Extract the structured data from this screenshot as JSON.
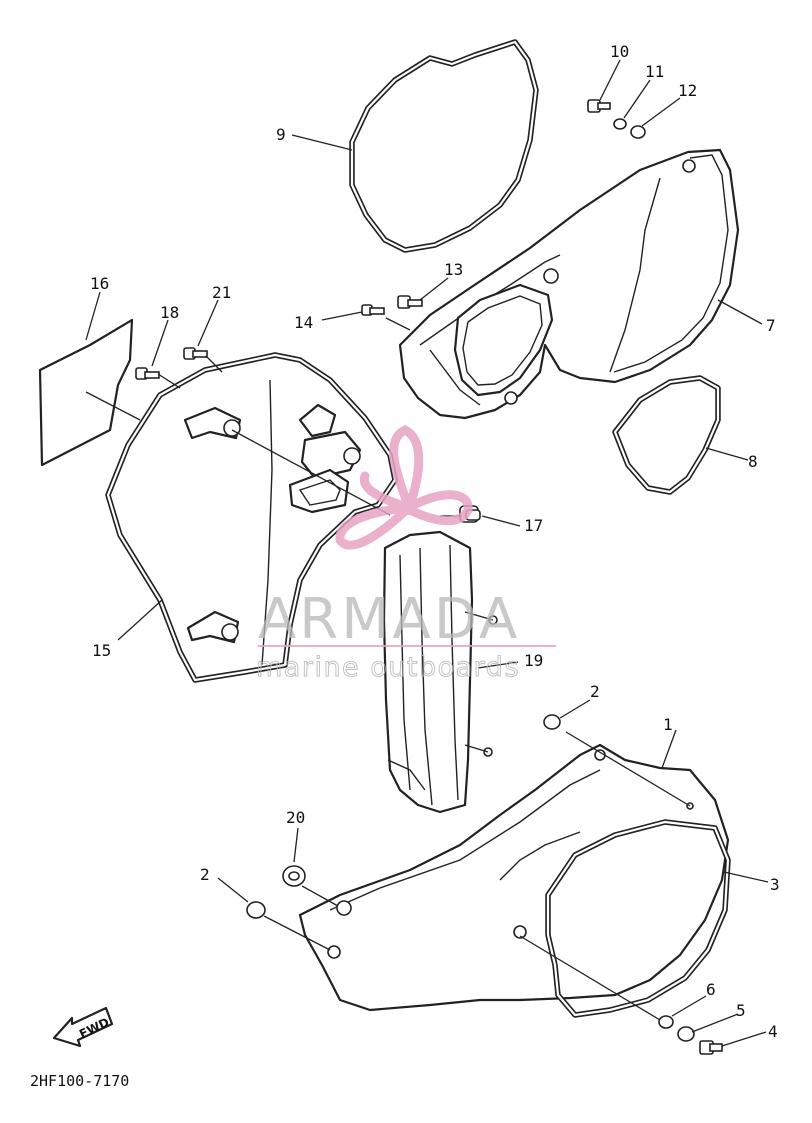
{
  "diagram": {
    "drawing_code": "2HF100-7170",
    "fwd_label": "FWD",
    "watermark": {
      "brand": "ARMADA",
      "tagline": "marine outboards",
      "logo_color": "#e8a3c3",
      "text_color": "#b9b9b9"
    },
    "callouts": [
      {
        "id": "c1",
        "number": "1"
      },
      {
        "id": "c2a",
        "number": "2"
      },
      {
        "id": "c2b",
        "number": "2"
      },
      {
        "id": "c3",
        "number": "3"
      },
      {
        "id": "c4",
        "number": "4"
      },
      {
        "id": "c5",
        "number": "5"
      },
      {
        "id": "c6",
        "number": "6"
      },
      {
        "id": "c7",
        "number": "7"
      },
      {
        "id": "c8",
        "number": "8"
      },
      {
        "id": "c9",
        "number": "9"
      },
      {
        "id": "c10",
        "number": "10"
      },
      {
        "id": "c11",
        "number": "11"
      },
      {
        "id": "c12",
        "number": "12"
      },
      {
        "id": "c13",
        "number": "13"
      },
      {
        "id": "c14",
        "number": "14"
      },
      {
        "id": "c15",
        "number": "15"
      },
      {
        "id": "c16",
        "number": "16"
      },
      {
        "id": "c17",
        "number": "17"
      },
      {
        "id": "c18",
        "number": "18"
      },
      {
        "id": "c19",
        "number": "19"
      },
      {
        "id": "c20",
        "number": "20"
      },
      {
        "id": "c21",
        "number": "21"
      }
    ]
  }
}
